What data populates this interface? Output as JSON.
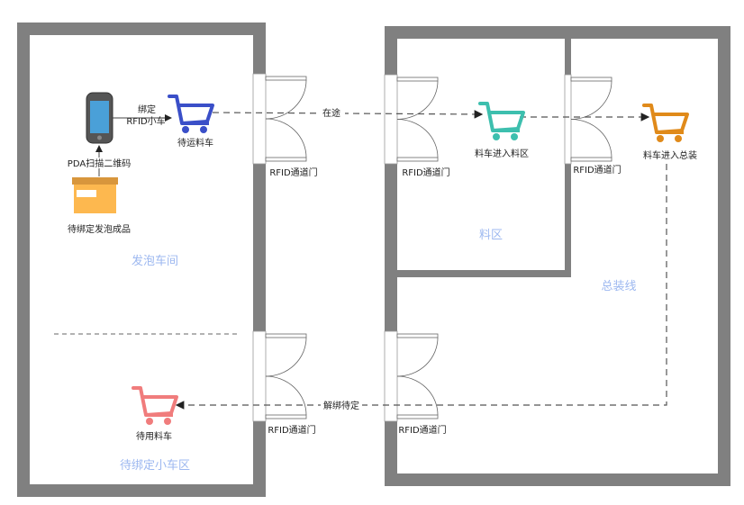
{
  "zones": {
    "foam_workshop": "发泡车间",
    "material_area": "料区",
    "assembly_line": "总装线",
    "pending_cart_area": "待绑定小车区"
  },
  "labels": {
    "pda_scan": "PDA扫描二维码",
    "pending_product": "待绑定发泡成品",
    "bind_line1": "绑定",
    "bind_line2": "RFID小车",
    "cart_waiting": "待运料车",
    "cart_to_material": "料车进入料区",
    "cart_to_assembly": "料车进入总装",
    "cart_idle": "待用料车",
    "in_transit": "在途",
    "unbind": "解绑待定"
  },
  "doors": [
    "RFID通道门",
    "RFID通道门",
    "RFID通道门",
    "RFID通道门",
    "RFID通道门"
  ],
  "colors": {
    "wall": "#808080",
    "cart_blue": "#3a4fc8",
    "cart_teal": "#3dbfae",
    "cart_orange": "#e08a1a",
    "cart_pink": "#f07c7c",
    "zone_text": "#9db8f0"
  }
}
